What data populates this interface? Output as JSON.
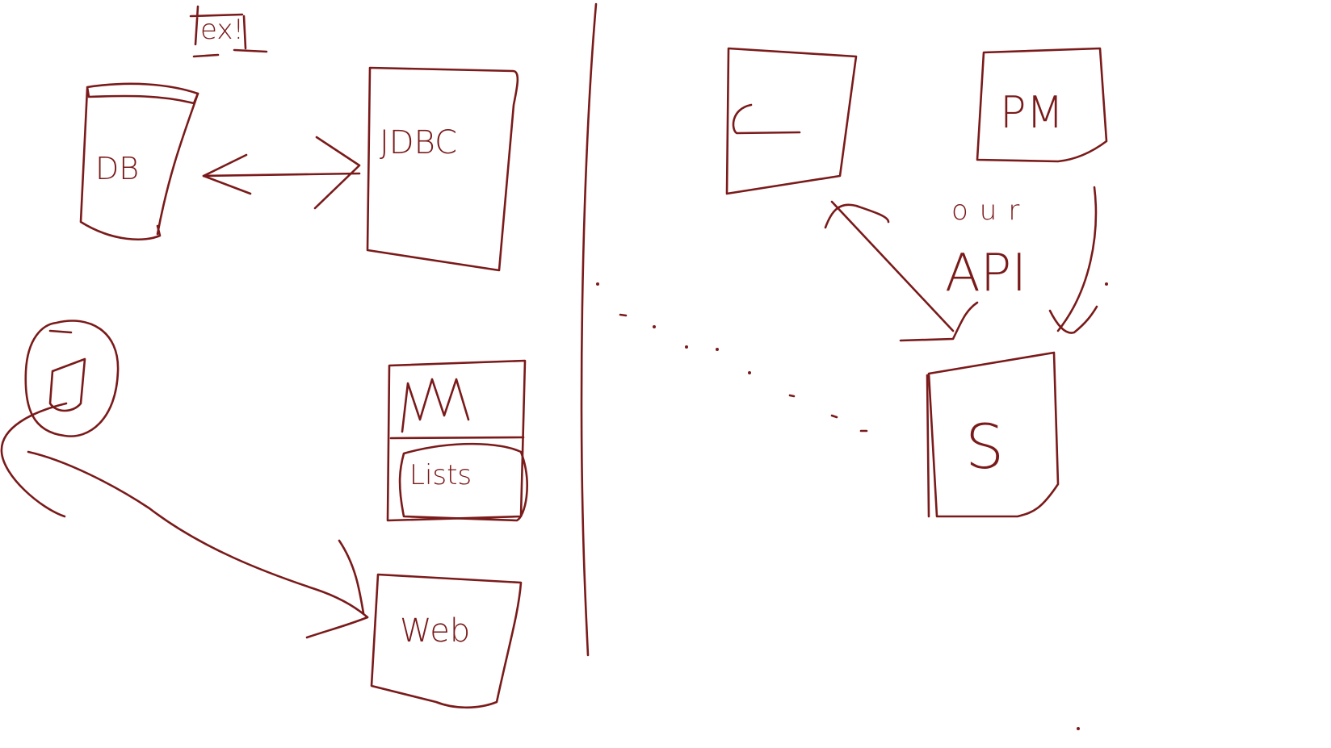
{
  "diagram": {
    "ink_color": "#7a1a1a",
    "background": "#ffffff",
    "left_panel": {
      "top_scribble": "ex!",
      "db": {
        "label": "DB"
      },
      "jdbc": {
        "label": "JDBC"
      },
      "user": {
        "icon": "user-icon"
      },
      "lists": {
        "header": "M",
        "label": "Lists"
      },
      "web": {
        "label": "Web"
      }
    },
    "right_panel": {
      "c_box": {
        "label": "C"
      },
      "pm_box": {
        "label": "PM"
      },
      "api": {
        "line1": "our",
        "line2": "API"
      },
      "s_box": {
        "label": "S"
      }
    }
  }
}
